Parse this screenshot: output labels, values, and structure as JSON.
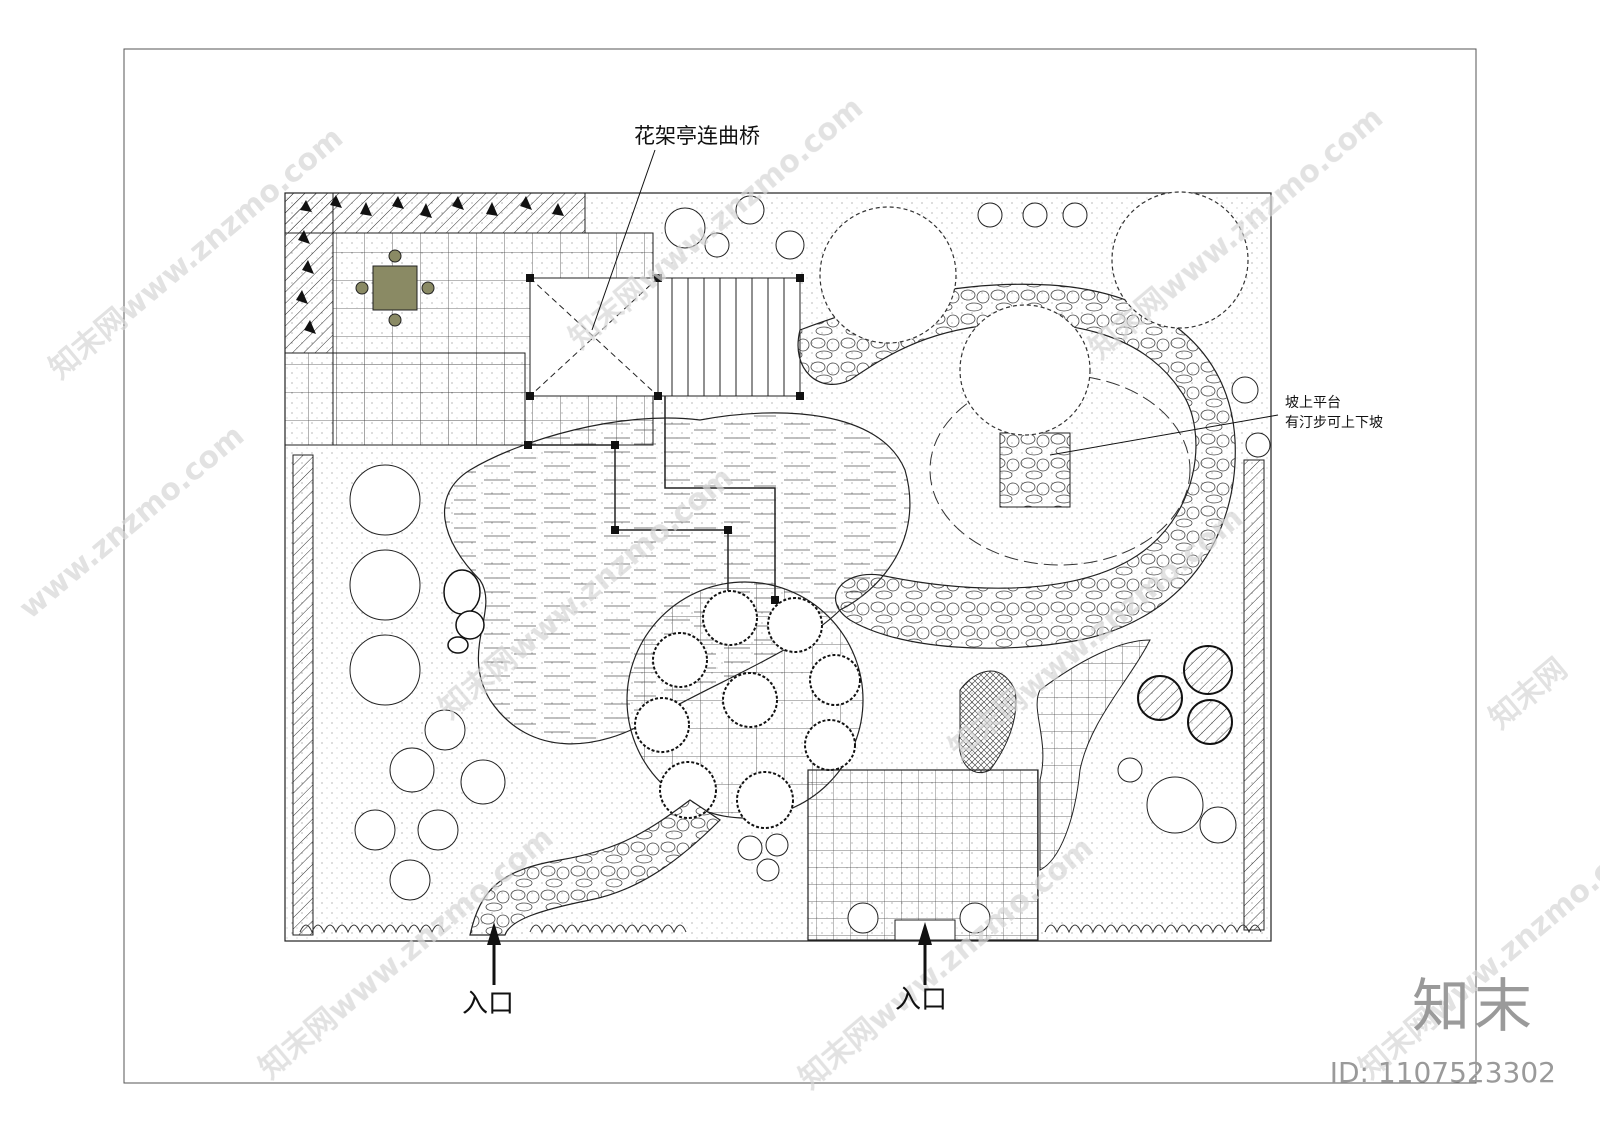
{
  "labels": {
    "bridge": "花架亭连曲桥",
    "platform_line1": "坡上平台",
    "platform_line2": "有汀步可上下坡",
    "entrance": "入口"
  },
  "watermark": {
    "site": "www.znzmo.com",
    "name": "知末网",
    "brand": "知末",
    "id": "ID: 1107523302"
  },
  "colors": {
    "line": "#111111",
    "table": "#8a8a64",
    "watermark": "#d6d6d6",
    "brand": "#9a9a9a"
  }
}
